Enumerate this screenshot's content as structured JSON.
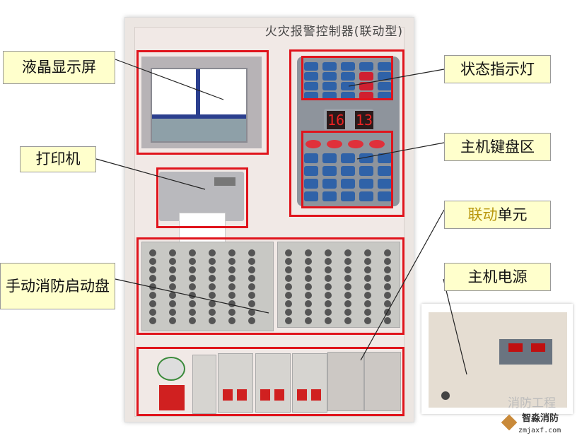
{
  "cabinet_title": "火灾报警控制器(联动型)",
  "clock_display": {
    "hours": "16",
    "minutes": "13"
  },
  "labels": {
    "lcd": "液晶显示屏",
    "printer": "打印机",
    "manual_panel": "手动消防启动盘",
    "status_lights": "状态指示灯",
    "keyboard": "主机键盘区",
    "linkage_highlight": "联动",
    "linkage_rest": "单元",
    "power": "主机电源"
  },
  "colors": {
    "highlight_box": "#e0141c",
    "label_bg": "#ffffcc",
    "linkage_text": "#b8960c"
  },
  "watermark": {
    "account": "消防工程",
    "brand": "智淼消防",
    "site": "zmjaxf.com"
  }
}
